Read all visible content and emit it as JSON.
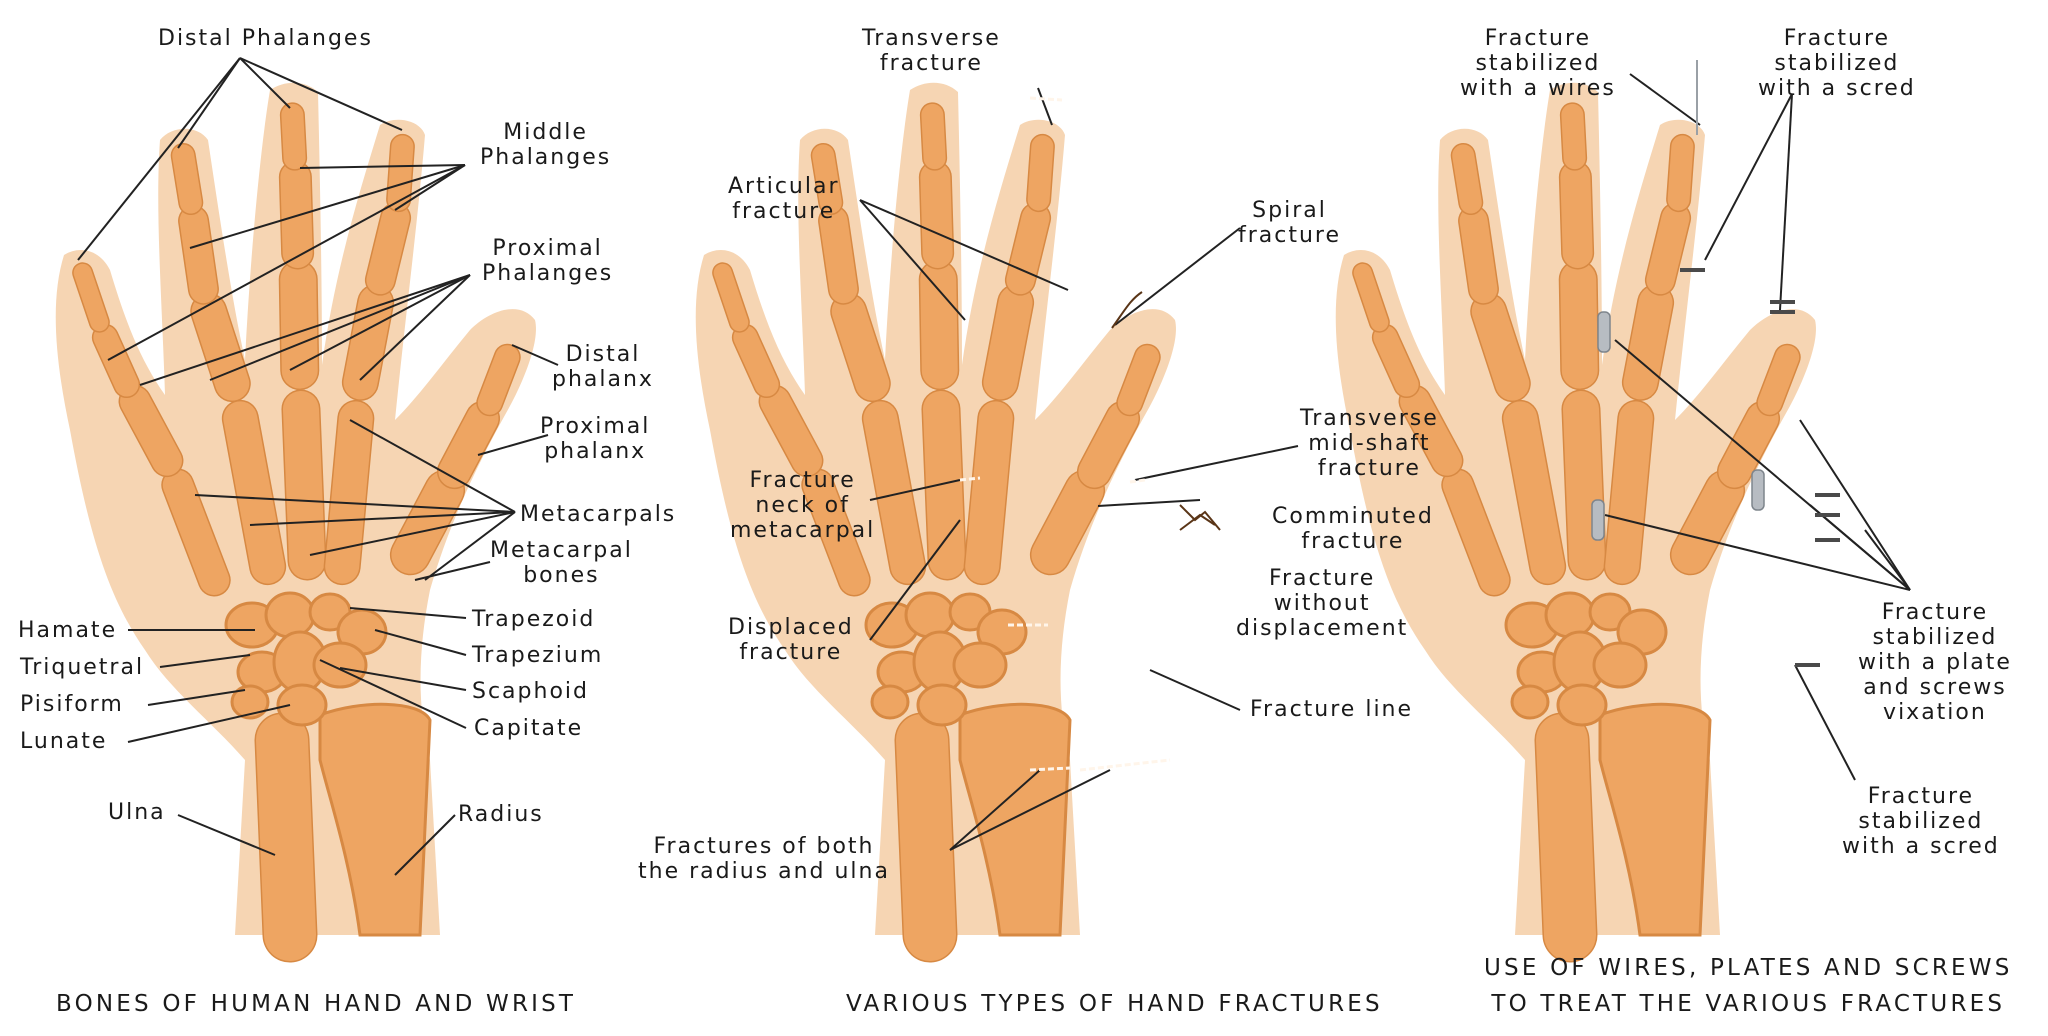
{
  "colors": {
    "skin": "#f6d5b3",
    "bone": "#eea562",
    "bone_edge": "#d78943",
    "line": "#222222",
    "hardware": "#b7bcc2"
  },
  "panels": [
    {
      "caption": "BONES OF HUMAN HAND AND WRIST",
      "labels": {
        "distal_phalanges": "Distal Phalanges",
        "middle_phalanges": "Middle\nPhalanges",
        "proximal_phalanges": "Proximal\nPhalanges",
        "distal_phalanx": "Distal\nphalanx",
        "proximal_phalanx": "Proximal\nphalanx",
        "metacarpals": "Metacarpals",
        "metacarpal_bones": "Metacarpal\nbones",
        "hamate": "Hamate",
        "triquetral": "Triquetral",
        "pisiform": "Pisiform",
        "lunate": "Lunate",
        "trapezoid": "Trapezoid",
        "trapezium": "Trapezium",
        "scaphoid": "Scaphoid",
        "capitate": "Capitate",
        "ulna": "Ulna",
        "radius": "Radius"
      }
    },
    {
      "caption": "VARIOUS TYPES OF HAND FRACTURES",
      "labels": {
        "transverse": "Transverse\nfracture",
        "articular": "Articular\nfracture",
        "spiral": "Spiral\nfracture",
        "transverse_mid": "Transverse\nmid-shaft\nfracture",
        "neck": "Fracture\nneck of\nmetacarpal",
        "comminuted": "Comminuted\nfracture",
        "without_disp": "Fracture\nwithout\ndisplacement",
        "displaced": "Displaced\nfracture",
        "fracture_line": "Fracture line",
        "both": "Fractures of both\nthe radius and ulna"
      }
    },
    {
      "caption": "USE OF WIRES, PLATES AND SCREWS\nTO TREAT THE VARIOUS FRACTURES",
      "labels": {
        "wires": "Fracture\nstabilized\nwith a wires",
        "scred_top": "Fracture\nstabilized\nwith a scred",
        "plate": "Fracture\nstabilized\nwith a plate\nand screws\nvixation",
        "scred_bottom": "Fracture\nstabilized\nwith a scred"
      }
    }
  ]
}
